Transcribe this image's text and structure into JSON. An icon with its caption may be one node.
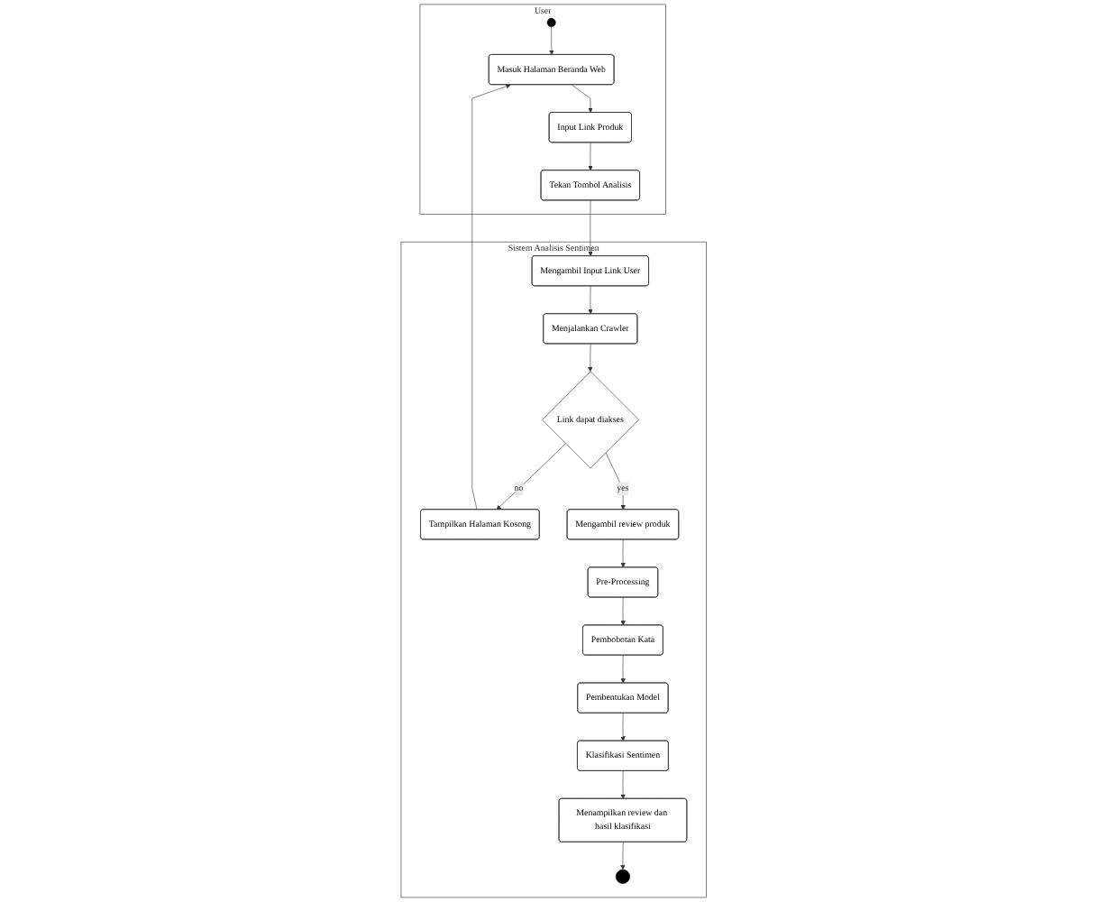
{
  "diagram": {
    "nodes": [
      {
        "text": [
          "User"
        ]
      },
      {
        "text": [
          "Sistem Analisis Sentimen"
        ]
      },
      {
        "text": [],
        "shape": "circle",
        "in": 0
      },
      {
        "text": [
          "Masuk Halaman Beranda Web"
        ],
        "in": 0
      },
      {
        "text": [
          "Input Link Produk"
        ],
        "in": 0
      },
      {
        "text": [
          "Tekan Tombol Analisis"
        ],
        "in": 0
      },
      {
        "text": [
          "Tampilkan Halaman Kosong"
        ],
        "in": 1
      },
      {
        "text": [
          "Mengambil Input Link User"
        ],
        "in": 1
      },
      {
        "text": [
          "Menjalankan Crawler"
        ],
        "in": 1
      },
      {
        "text": [
          "Link dapat diakses"
        ],
        "in": 1
      },
      {
        "text": [
          "Mengambil review produk"
        ],
        "in": 1
      },
      {
        "text": [
          "Pre-Processing"
        ],
        "in": 1
      },
      {
        "text": [
          "Pembobotan Kata"
        ],
        "in": 1
      },
      {
        "text": [
          "Pembentukan Model"
        ],
        "in": 1
      },
      {
        "text": [
          "Klasifikasi Sentimen"
        ],
        "in": 1
      },
      {
        "text": [
          "Menampilkan review dan hasil klasifikasi"
        ],
        "in": 1
      },
      {
        "text": [],
        "shape": "circle",
        "in": 1
      }
    ],
    "edges": [
      {
        "from": 2,
        "to": 3,
        "arrow": "to"
      },
      {
        "from": 3,
        "to": 4,
        "arrow": "to"
      },
      {
        "from": 4,
        "to": 5,
        "arrow": "to"
      },
      {
        "from": 5,
        "to": 7,
        "arrow": "to"
      },
      {
        "from": 7,
        "to": 8,
        "arrow": "to"
      },
      {
        "from": 8,
        "to": 9,
        "arrow": "to"
      },
      {
        "from": 9,
        "to": 6,
        "label": "no",
        "arrow": "to"
      },
      {
        "from": 6,
        "to": 3,
        "arrow": "to"
      },
      {
        "from": 9,
        "to": 10,
        "label": "yes",
        "arrow": "to"
      },
      {
        "from": 10,
        "to": 11,
        "arrow": "to"
      },
      {
        "from": 11,
        "to": 12,
        "arrow": "to"
      },
      {
        "from": 12,
        "to": 13,
        "arrow": "to"
      },
      {
        "from": 13,
        "to": 14,
        "arrow": "to"
      },
      {
        "from": 14,
        "to": 15,
        "arrow": "to"
      },
      {
        "from": 15,
        "to": 16,
        "arrow": "to"
      }
    ]
  }
}
